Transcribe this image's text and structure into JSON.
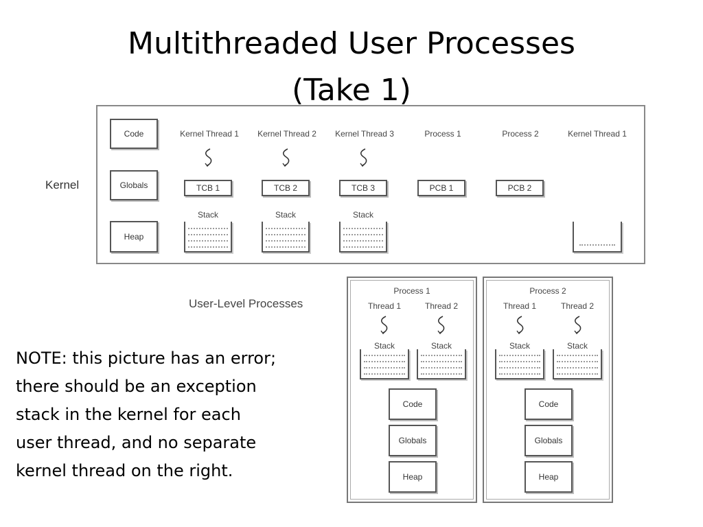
{
  "title": {
    "line1": "Multithreaded User Processes",
    "line2": "(Take 1)"
  },
  "kernel": {
    "label": "Kernel",
    "segments": [
      "Code",
      "Globals",
      "Heap"
    ],
    "columns": [
      {
        "header": "Kernel Thread 1",
        "control_block": "TCB 1",
        "stack_label": "Stack"
      },
      {
        "header": "Kernel Thread 2",
        "control_block": "TCB 2",
        "stack_label": "Stack"
      },
      {
        "header": "Kernel Thread 3",
        "control_block": "TCB 3",
        "stack_label": "Stack"
      },
      {
        "header": "Process 1",
        "control_block": "PCB 1"
      },
      {
        "header": "Process 2",
        "control_block": "PCB 2"
      },
      {
        "header": "Kernel Thread 1"
      }
    ]
  },
  "user_level": {
    "label": "User-Level Processes",
    "processes": [
      {
        "name": "Process 1",
        "threads": [
          {
            "name": "Thread 1",
            "stack_label": "Stack"
          },
          {
            "name": "Thread 2",
            "stack_label": "Stack"
          }
        ],
        "segments": [
          "Code",
          "Globals",
          "Heap"
        ]
      },
      {
        "name": "Process 2",
        "threads": [
          {
            "name": "Thread 1",
            "stack_label": "Stack"
          },
          {
            "name": "Thread 2",
            "stack_label": "Stack"
          }
        ],
        "segments": [
          "Code",
          "Globals",
          "Heap"
        ]
      }
    ]
  },
  "note": {
    "lines": [
      "NOTE: this picture has an error;",
      "there should be an exception",
      "stack in the kernel for each",
      "user thread, and no separate",
      "kernel thread on the right."
    ]
  }
}
